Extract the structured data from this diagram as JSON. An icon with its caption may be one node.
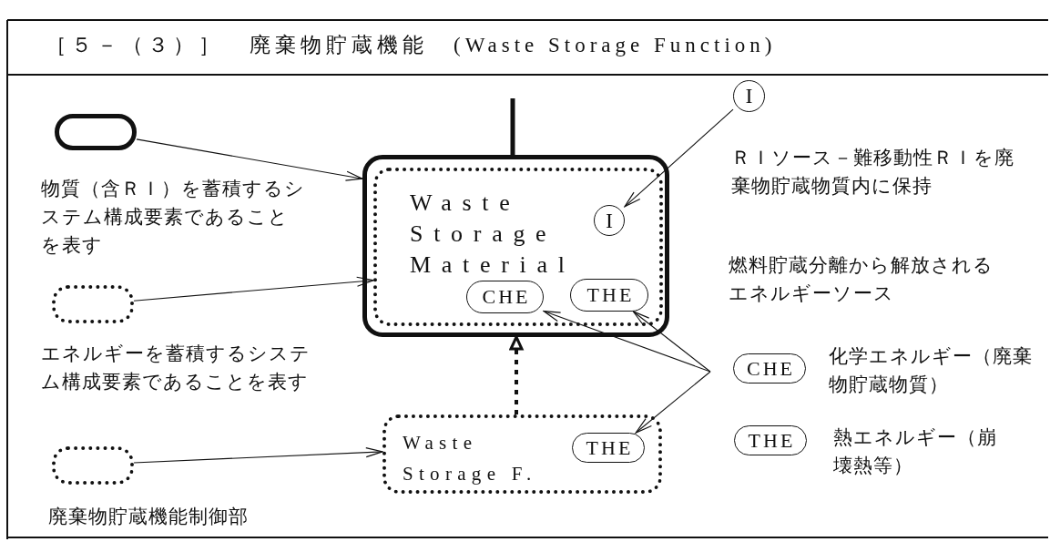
{
  "diagram": {
    "title": "［５－（３）］　廃棄物貯蔵機能　(Waste Storage Function)",
    "nodes": [
      {
        "text": [],
        "shape": "box",
        "beside": [
          "物質（含ＲＩ）を蓄積するシステム構成要素であることを表す"
        ]
      },
      {
        "text": [],
        "shape": "box",
        "beside": [
          "エネルギーを蓄積するシステム構成要素であることを表す"
        ]
      },
      {
        "text": [],
        "shape": "box",
        "beside": [
          "廃棄物貯蔵機能制御部"
        ]
      },
      {
        "text": [],
        "shape": "box"
      },
      {
        "text": [
          "Waste Storage Material"
        ],
        "in": 3
      },
      {
        "text": [
          "I"
        ],
        "in": 4
      },
      {
        "text": [
          "CHE"
        ],
        "in": 4
      },
      {
        "text": [
          "THE"
        ],
        "in": 4
      },
      {
        "text": [
          "Waste Storage F."
        ]
      },
      {
        "text": [
          "THE"
        ],
        "in": 8
      },
      {
        "text": [
          "I"
        ],
        "beside": [
          "ＲＩソース－難移動性ＲＩを廃棄物貯蔵物質内に保持"
        ]
      },
      {
        "text": [
          "燃料貯蔵分離から解放されるエネルギーソース"
        ]
      },
      {
        "text": [
          "CHE"
        ],
        "beside": [
          "化学エネルギー（廃棄物貯蔵物質）"
        ]
      },
      {
        "text": [
          "THE"
        ],
        "beside": [
          "熱エネルギー（崩壊熱等）"
        ]
      }
    ],
    "edges": [
      {
        "from": 0,
        "to": 3,
        "arrow": "to"
      },
      {
        "from": 1,
        "to": 4,
        "arrow": "to"
      },
      {
        "from": 2,
        "to": 8,
        "arrow": "to"
      },
      {
        "from": 10,
        "to": 5,
        "arrow": "to"
      },
      {
        "from": null,
        "to": 6,
        "arrow": "to"
      },
      {
        "from": null,
        "to": 7,
        "arrow": "to"
      },
      {
        "from": null,
        "to": 9,
        "arrow": "to"
      },
      {
        "from": 8,
        "to": 3,
        "arrow": "to",
        "style": "dashed"
      },
      {
        "from": null,
        "to": 3,
        "arrow": "none",
        "style": "thick"
      }
    ]
  }
}
